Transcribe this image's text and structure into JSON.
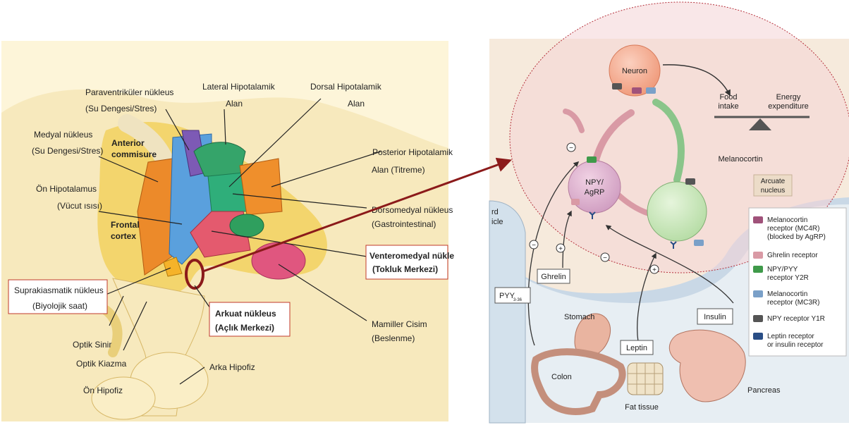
{
  "left": {
    "labels": {
      "paraventricular": "Paraventriküler nükleus",
      "paraventricular_sub": "(Su Dengesi/Stres)",
      "lateral": "Lateral Hipotalamik",
      "lateral_sub": "Alan",
      "dorsal": "Dorsal Hipotalamik",
      "dorsal_sub": "Alan",
      "medial": "Medyal nükleus",
      "medial_sub": "(Su Dengesi/Stres)",
      "anterior": "Anterior",
      "anterior_sub": "commisure",
      "posterior": "Posterior Hipotalamik",
      "posterior_sub": "Alan (Titreme)",
      "on_hipo": "Ön Hipotalamus",
      "on_hipo_sub": "(Vücut ısısı)",
      "frontal": "Frontal",
      "frontal_sub": "cortex",
      "dorsomedial": "Dorsomedyal nükleus",
      "dorsomedial_sub": "(Gastrointestinal)",
      "ventromedial": "Venteromedyal nükle",
      "ventromedial_sub": "(Tokluk Merkezi)",
      "supra": "Suprakiasmatik nükleus",
      "supra_sub": "(Biyolojik saat)",
      "arkuat": "Arkuat nükleus",
      "arkuat_sub": "(Açlık Merkezi)",
      "mamiller": "Mamiller Cisim",
      "mamiller_sub": "(Beslenme)",
      "optik_sinir": "Optik Sinir",
      "optik_kiazma": "Optik Kiazma",
      "arka_hipofiz": "Arka Hipofiz",
      "on_hipofiz": "Ön Hipofiz"
    }
  },
  "right": {
    "labels": {
      "neuron": "Neuron",
      "food_intake_1": "Food",
      "food_intake_2": "intake",
      "energy_1": "Energy",
      "energy_2": "expenditure",
      "npy_1": "NPY/",
      "npy_2": "AgRP",
      "melanocortin": "Melanocortin",
      "arcuate_1": "Arcuate",
      "arcuate_2": "nucleus",
      "third_1": "rd",
      "third_2": "icle",
      "ghrelin": "Ghrelin",
      "pyy": "PYY",
      "pyy_sub": "3-36",
      "stomach": "Stomach",
      "leptin": "Leptin",
      "insulin": "Insulin",
      "colon": "Colon",
      "fat_tissue": "Fat tissue",
      "pancreas": "Pancreas",
      "minus": "−",
      "plus": "+"
    },
    "legend": [
      {
        "text": [
          "Melanocortin",
          "receptor (MC4R)",
          "(blocked by AgRP)"
        ],
        "color": "#a0527a"
      },
      {
        "text": [
          "Ghrelin receptor"
        ],
        "color": "#d99aa5"
      },
      {
        "text": [
          "NPY/PYY",
          "receptor Y2R"
        ],
        "color": "#3f9a4a"
      },
      {
        "text": [
          "Melanocortin",
          "receptor (MC3R)"
        ],
        "color": "#7aa0c8"
      },
      {
        "text": [
          "NPY receptor Y1R"
        ],
        "color": "#555555"
      },
      {
        "text": [
          "Leptin receptor",
          "or insulin receptor"
        ],
        "color": "#2a4e86"
      }
    ],
    "legend_sub": "3-36"
  },
  "colors": {
    "arrow": "#8b1a1a",
    "pink_cell": "#d98aa6",
    "green_cell": "#8ac58a",
    "neuron": "#f2a58a"
  }
}
